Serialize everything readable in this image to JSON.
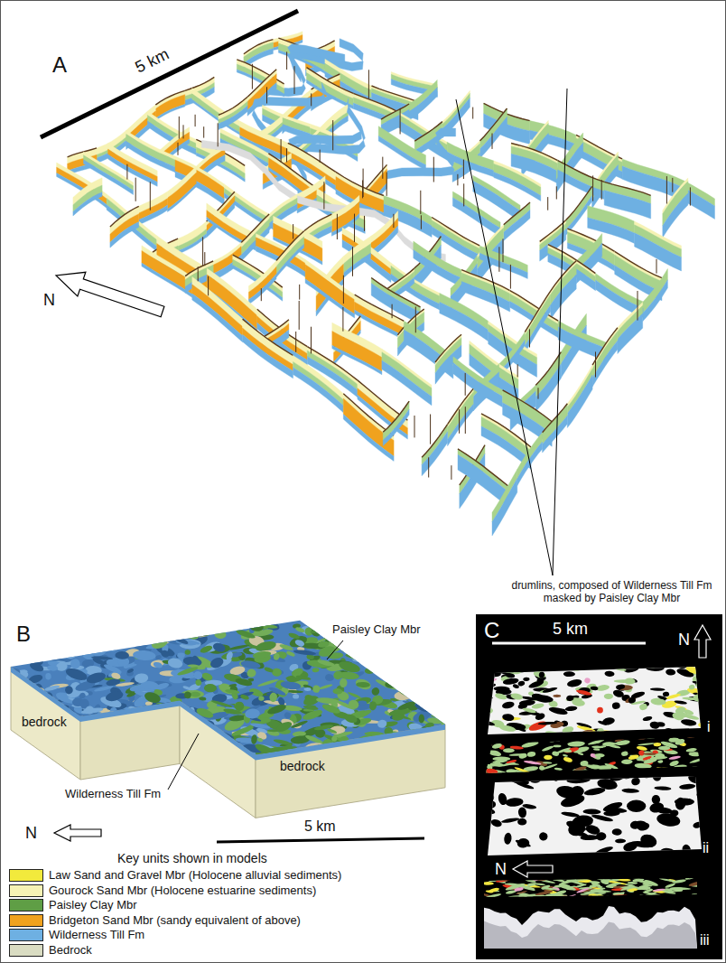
{
  "diagram": {
    "labels": [
      "A",
      "5 km",
      "N",
      "drumlins, composed of Wilderness Till Fm masked by Paisley Clay Mbr",
      "B",
      "Paisley Clay Mbr",
      "bedrock",
      "N",
      "Wilderness Till Fm",
      "bedrock",
      "5 km",
      "C",
      "5 km",
      "N",
      "i",
      "ii",
      "N",
      "iii",
      "Key units shown in models"
    ],
    "legend": [
      {
        "text": "Law Sand and Gravel Mbr (Holocene alluvial sediments)",
        "color": "#f2ea3c"
      },
      {
        "text": "Gourock Sand Mbr (Holocene estuarine sediments)",
        "color": "#f6f2b4"
      },
      {
        "text": "Paisley Clay Mbr",
        "color": "#5f9e45"
      },
      {
        "text": "Bridgeton Sand Mbr (sandy equivalent of above)",
        "color": "#f0a21e"
      },
      {
        "text": "Wilderness Till Fm",
        "color": "#6eb0e2"
      },
      {
        "text": "Bedrock",
        "color": "#d9dcc2"
      }
    ]
  }
}
